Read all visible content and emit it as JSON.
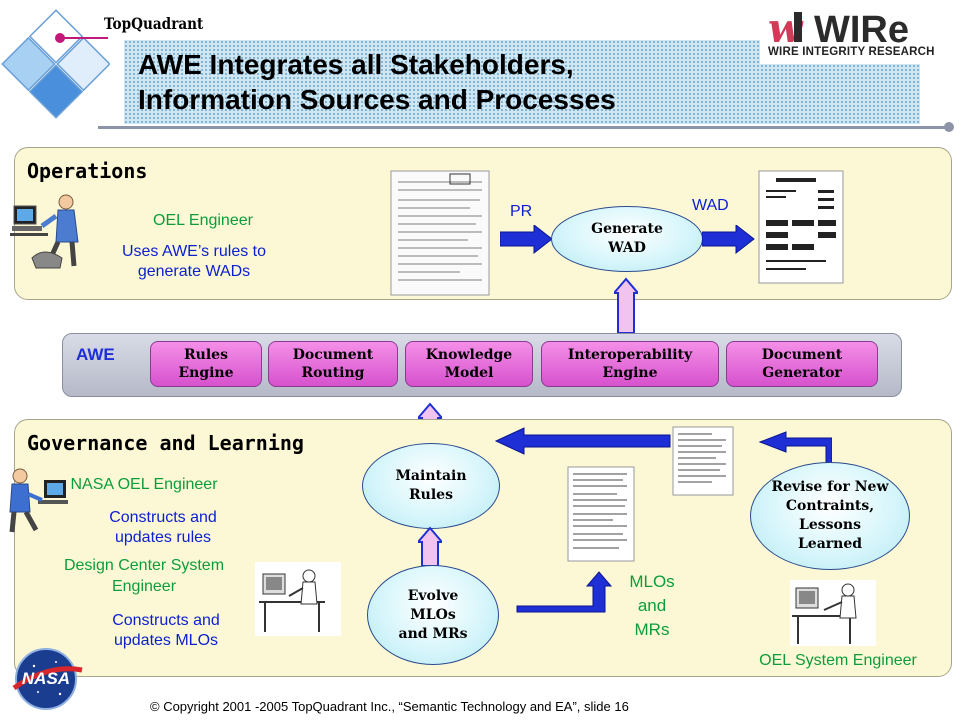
{
  "header": {
    "brand": "TopQuadrant",
    "title_line1": "AWE Integrates all Stakeholders,",
    "title_line2": "Information Sources and Processes",
    "logo_text": "WIRe",
    "logo_subtitle": "WIRE INTEGRITY RESEARCH"
  },
  "operations": {
    "title": "Operations",
    "role": "OEL Engineer",
    "description_line1": "Uses AWE’s rules to",
    "description_line2": "generate WADs",
    "input_label": "PR",
    "output_label": "WAD",
    "process": [
      "Generate",
      "WAD"
    ]
  },
  "awe": {
    "label": "AWE",
    "modules": [
      [
        "Rules",
        "Engine"
      ],
      [
        "Document",
        "Routing"
      ],
      [
        "Knowledge",
        "Model"
      ],
      [
        "Interoperability",
        "Engine"
      ],
      [
        "Document",
        "Generator"
      ]
    ]
  },
  "governance": {
    "title": "Governance and Learning",
    "role1": "NASA OEL Engineer",
    "role1_desc_line1": "Constructs and",
    "role1_desc_line2": "updates rules",
    "role2_line1": "Design Center System",
    "role2_line2": "Engineer",
    "role2_desc_line1": "Constructs and",
    "role2_desc_line2": "updates MLOs",
    "maintain": [
      "Maintain",
      "Rules"
    ],
    "evolve": [
      "Evolve",
      "MLOs",
      "and MRs"
    ],
    "mlos_label": [
      "MLOs",
      "and",
      "MRs"
    ],
    "revise": [
      "Revise for New",
      "Contraints,",
      "Lessons",
      "Learned"
    ],
    "role3": "OEL System Engineer"
  },
  "footer": {
    "copyright": "© Copyright 2001 -2005 TopQuadrant Inc., “Semantic Technology and EA”, slide 16"
  },
  "colors": {
    "panel_bg": "#fcf8d6",
    "module_fill": "#e66fdc",
    "arrow_fill": "#1f2fd6",
    "ellipse_fill": "#c8f0f6",
    "role_green": "#0c9d3a",
    "desc_blue": "#0b1fd1"
  }
}
